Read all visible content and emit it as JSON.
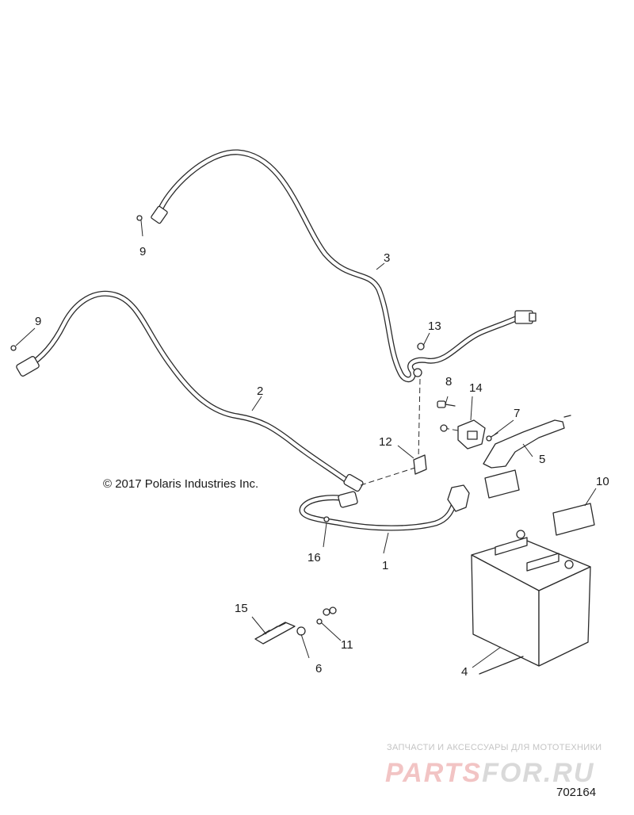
{
  "copyright": "© 2017 Polaris Industries Inc.",
  "diagram_id": "702164",
  "watermark": {
    "tagline": "ЗАПЧАСТИ И АКСЕССУАРЫ ДЛЯ МОТОТЕХНИКИ",
    "logo_part1": "PARTS",
    "logo_part2": "FOR.RU",
    "color_primary": "#f2c4c4",
    "color_secondary": "#d9d9d9"
  },
  "callouts": {
    "c1": "1",
    "c2": "2",
    "c3": "3",
    "c4": "4",
    "c5": "5",
    "c6": "6",
    "c7": "7",
    "c8": "8",
    "c9a": "9",
    "c9b": "9",
    "c10": "10",
    "c11": "11",
    "c12": "12",
    "c13": "13",
    "c14": "14",
    "c15": "15",
    "c16": "16"
  }
}
